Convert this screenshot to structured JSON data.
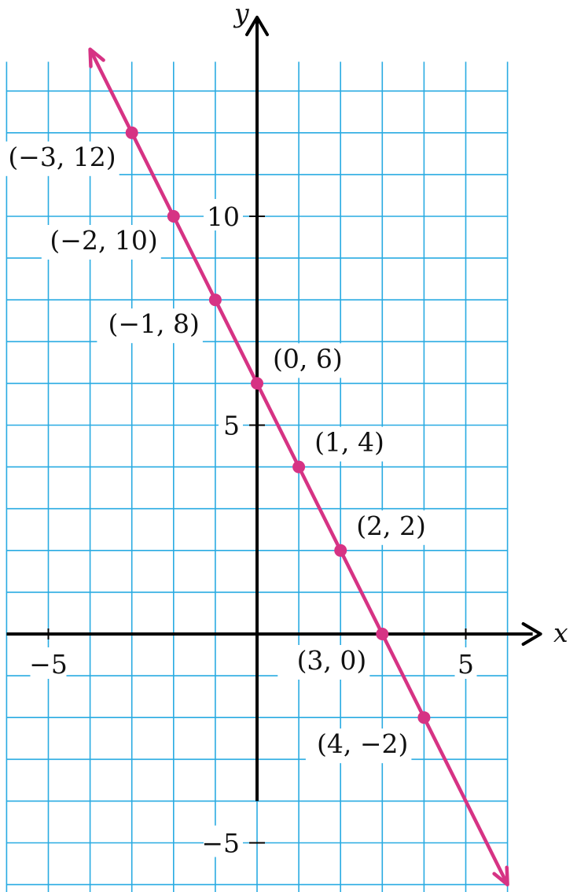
{
  "colors": {
    "grid": "#29abe2",
    "axis": "#000000",
    "line": "#d63384",
    "label_bg": "#ffffff"
  },
  "chart_data": {
    "type": "line",
    "title": "",
    "xlabel": "x",
    "ylabel": "y",
    "xlim": [
      -6,
      6
    ],
    "ylim": [
      -6,
      14
    ],
    "grid": true,
    "x_ticks": [
      {
        "value": -5,
        "label": "−5"
      },
      {
        "value": 5,
        "label": "5"
      }
    ],
    "y_ticks": [
      {
        "value": 10,
        "label": "10"
      },
      {
        "value": 5,
        "label": "5"
      },
      {
        "value": -5,
        "label": "−5"
      }
    ],
    "line": {
      "slope": -2,
      "intercept": 6,
      "x_start": -4,
      "x_end": 6
    },
    "points": [
      {
        "x": -3,
        "y": 12,
        "label": "(−3, 12)"
      },
      {
        "x": -2,
        "y": 10,
        "label": "(−2, 10)"
      },
      {
        "x": -1,
        "y": 8,
        "label": "(−1, 8)"
      },
      {
        "x": 0,
        "y": 6,
        "label": "(0, 6)"
      },
      {
        "x": 1,
        "y": 4,
        "label": "(1, 4)"
      },
      {
        "x": 2,
        "y": 2,
        "label": "(2, 2)"
      },
      {
        "x": 3,
        "y": 0,
        "label": "(3, 0)"
      },
      {
        "x": 4,
        "y": -2,
        "label": "(4, −2)"
      }
    ]
  }
}
